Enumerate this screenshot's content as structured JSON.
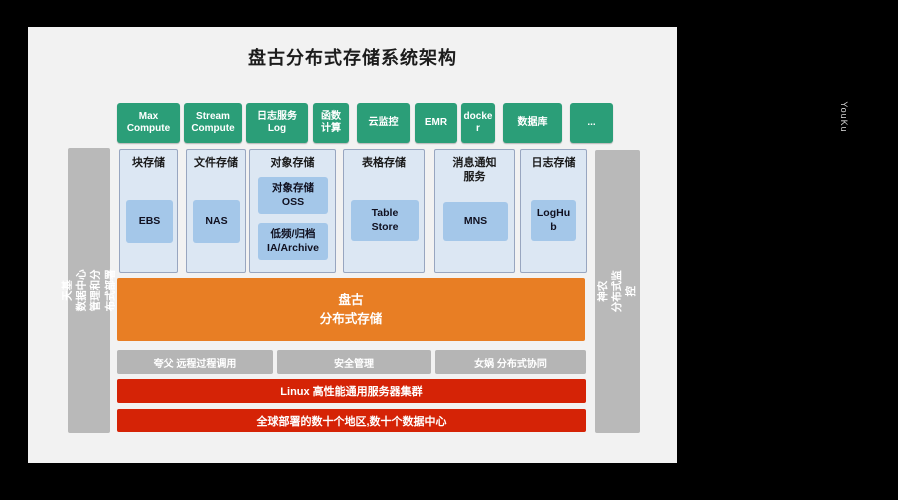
{
  "title": "盘古分布式存储系统架构",
  "watermark": "YouKu",
  "top_services": [
    "Max\nCompute",
    "Stream\nCompute",
    "日志服务\nLog",
    "函数\n计算",
    "云监控",
    "EMR",
    "docke\nr",
    "数据库",
    "..."
  ],
  "storage_columns": [
    {
      "header": "块存储",
      "items": [
        "EBS"
      ]
    },
    {
      "header": "文件存储",
      "items": [
        "NAS"
      ]
    },
    {
      "header": "对象存储",
      "items": [
        "对象存储\nOSS",
        "低频/归档\nIA/Archive"
      ]
    },
    {
      "header": "表格存储",
      "items": [
        "Table\nStore"
      ]
    },
    {
      "header": "消息通知\n服务",
      "items": [
        "MNS"
      ]
    },
    {
      "header": "日志存储",
      "items": [
        "LogHu\nb"
      ]
    }
  ],
  "core_layer": "盘古\n分布式存储",
  "middleware": [
    "夸父 远程过程调用",
    "安全管理",
    "女娲 分布式协同"
  ],
  "infrastructure": [
    "Linux 高性能通用服务器集群",
    "全球部署的数十个地区,数十个数据中心"
  ],
  "sidebars": {
    "left": "天基\n数据中心管理和分布式部署",
    "right": "神农\n分布式监控"
  },
  "colors": {
    "background": "#000000",
    "panel": "#F2F2F2",
    "green": "#2B9E78",
    "orange": "#E87E24",
    "red": "#D52306",
    "gray": "#B5B5B5",
    "column_bg": "#DCE7F3",
    "column_border": "#98A6C0",
    "inner_box": "#A4C7E9"
  }
}
